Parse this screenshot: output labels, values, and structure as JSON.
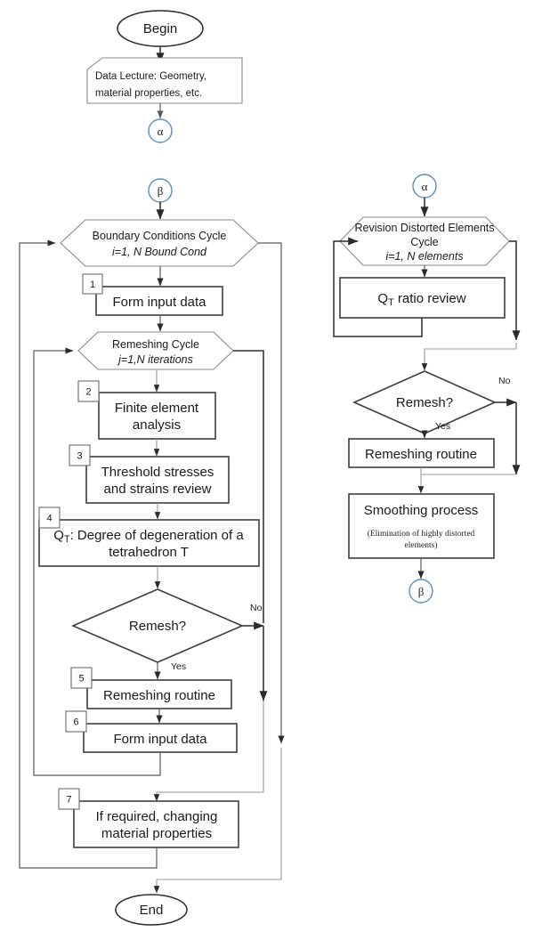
{
  "diagram": {
    "title": "Remeshing and distorted-element revision flowchart",
    "colors": {
      "connector_stroke": "#5b8db8",
      "shape_stroke_dark": "#3d3d3d",
      "shape_stroke_light": "#8a8a8a",
      "text": "#1a1a1a"
    }
  },
  "left_column": {
    "begin": {
      "label": "Begin"
    },
    "data_input": {
      "line1": "Data Lecture: Geometry,",
      "line2": "material properties, etc."
    },
    "connector_alpha_out": {
      "label": "α"
    },
    "connector_beta_in": {
      "label": "β"
    },
    "bc_cycle": {
      "line1": "Boundary Conditions Cycle",
      "line2": "i=1, N Bound Cond"
    },
    "remeshing_cycle": {
      "line1": "Remeshing Cycle",
      "line2": "j=1,N iterations"
    },
    "steps": [
      {
        "num": "1",
        "line1": "Form input data",
        "line2": ""
      },
      {
        "num": "2",
        "line1": "Finite element",
        "line2": "analysis"
      },
      {
        "num": "3",
        "line1": "Threshold stresses",
        "line2": "and strains review"
      },
      {
        "num": "4",
        "line1": "Q",
        "sub": "T",
        "line1b": ": Degree of degeneration of a",
        "line2": "tetrahedron T"
      },
      {
        "num": "5",
        "line1": "Remeshing routine",
        "line2": ""
      },
      {
        "num": "6",
        "line1": "Form input data",
        "line2": ""
      },
      {
        "num": "7",
        "line1": "If required, changing",
        "line2": "material properties"
      }
    ],
    "decision": {
      "label": "Remesh?",
      "yes": "Yes",
      "no": "No"
    },
    "end": {
      "label": "End"
    }
  },
  "right_column": {
    "connector_alpha_in": {
      "label": "α"
    },
    "revision_cycle": {
      "line1": "Revision Distorted Elements",
      "line2": "Cycle",
      "line3": "i=1, N elements"
    },
    "ratio_review": {
      "prefix": "Q",
      "sub": "T",
      "suffix": " ratio review"
    },
    "decision": {
      "label": "Remesh?",
      "yes": "Yes",
      "no": "No"
    },
    "remeshing_routine": {
      "label": "Remeshing routine"
    },
    "smoothing": {
      "title": "Smoothing process",
      "subtitle1": "(Elimination of highly distorted",
      "subtitle2": "elements)"
    },
    "connector_beta_out": {
      "label": "β"
    }
  }
}
